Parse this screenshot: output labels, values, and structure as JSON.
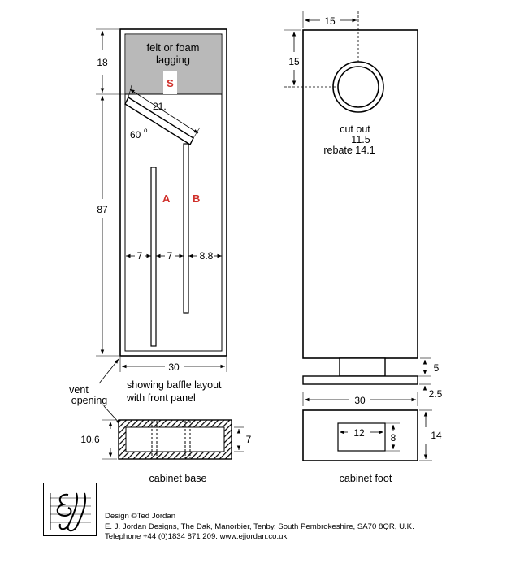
{
  "front": {
    "lagging_line1": "felt or foam",
    "lagging_line2": "lagging",
    "s_label": "S",
    "slope_dim": "21.",
    "angle": "60",
    "angle_degree_sign": "o",
    "panel_a": "A",
    "panel_b": "B",
    "dim_7a": "7",
    "dim_7b": "7",
    "dim_8_8": "8.8",
    "dim_18": "18",
    "dim_87": "87",
    "dim_30": "30",
    "caption_line1": "showing baffle layout",
    "caption_line2": "with front panel",
    "vent_line1": "vent",
    "vent_line2": "opening"
  },
  "base": {
    "dim_10_6": "10.6",
    "dim_7": "7",
    "caption": "cabinet base"
  },
  "back": {
    "dim_15_h": "15",
    "dim_15_v": "15",
    "cutout_line1": "cut out",
    "cutout_line2": "11.5",
    "cutout_line3": "rebate 14.1",
    "dim_5": "5",
    "dim_2_5": "2.5",
    "dim_30": "30"
  },
  "foot": {
    "dim_12": "12",
    "dim_8": "8",
    "dim_14": "14",
    "caption": "cabinet foot"
  },
  "credits": {
    "line1": "Design ©Ted Jordan",
    "line2": "E. J. Jordan Designs, The Dak, Manorbier, Tenby, South Pembrokeshire, SA70 8QR, U.K.",
    "line3": "Telephone  +44 (0)1834  871 209.  www.ejjordan.co.uk"
  },
  "colors": {
    "lagging_fill": "#b9b9b9",
    "label_red": "#d0302b",
    "ink": "#000000"
  }
}
